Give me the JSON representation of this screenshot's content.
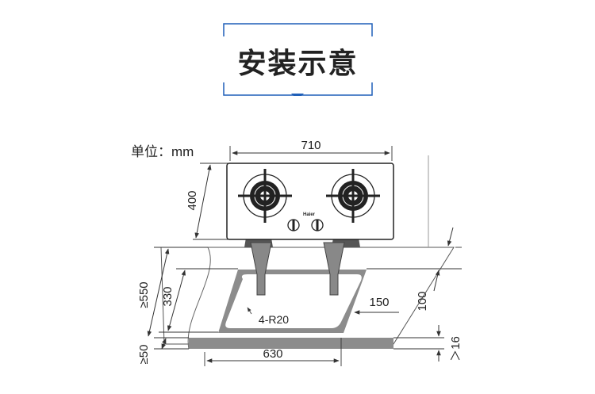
{
  "heading": {
    "title": "安装示意"
  },
  "unit_label": "单位：mm",
  "brand_mark": "Haier",
  "dimensions": {
    "stove_width": "710",
    "stove_depth": "400",
    "counter_total_depth": "≥550",
    "cutout_depth": "330",
    "front_margin": "≥50",
    "cutout_width": "630",
    "side_margin": "150",
    "rear_margin": "100",
    "counter_thickness": "＞16",
    "corner_radius": "4-R20"
  },
  "colors": {
    "frame_blue": "#1f5fb8",
    "line": "#333333",
    "counter_gray": "#8c8c8c"
  }
}
